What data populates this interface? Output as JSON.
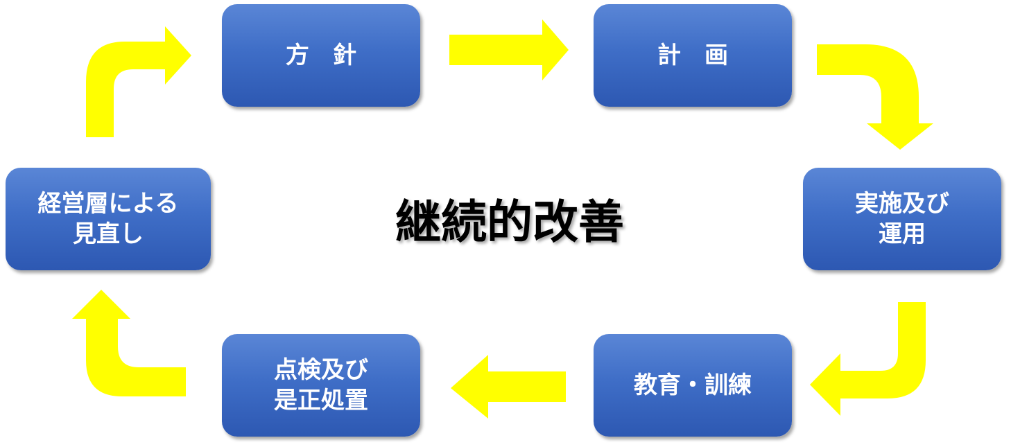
{
  "title": "継続的改善",
  "steps": {
    "policy": "方　針",
    "plan": "計　画",
    "implementation": "実施及び\n運用",
    "training": "教育・訓練",
    "inspection": "点検及び\n是正処置",
    "review": "経営層による\n見直し"
  },
  "colors": {
    "box": "#3f6ec7",
    "arrow": "#ffff00"
  }
}
